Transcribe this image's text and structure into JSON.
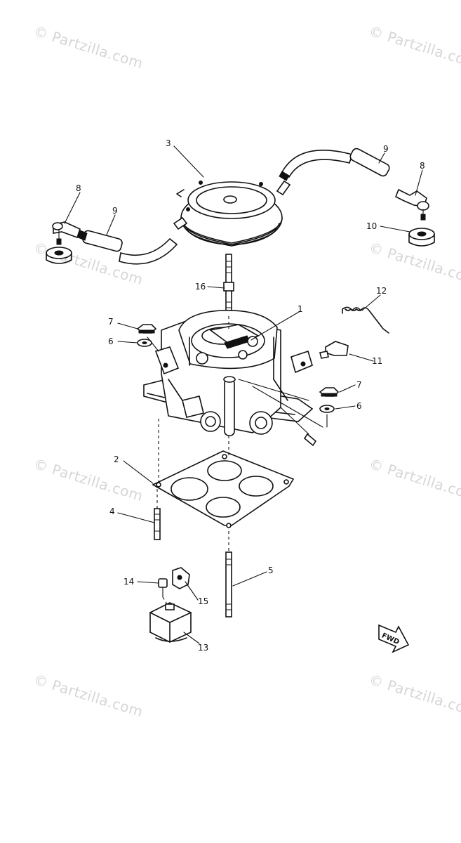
{
  "watermark": "© Partzilla.com",
  "callouts": {
    "c1": "1",
    "c2": "2",
    "c3": "3",
    "c4": "4",
    "c5": "5",
    "c6a": "6",
    "c6b": "6",
    "c7a": "7",
    "c7b": "7",
    "c8a": "8",
    "c8b": "8",
    "c9a": "9",
    "c9b": "9",
    "c10": "10",
    "c11": "11",
    "c12": "12",
    "c13": "13",
    "c14": "14",
    "c15": "15",
    "c16": "16"
  },
  "fwd_label": "FWD",
  "colors": {
    "line": "#111111",
    "watermark": "#d6d6d6",
    "background": "#ffffff"
  }
}
